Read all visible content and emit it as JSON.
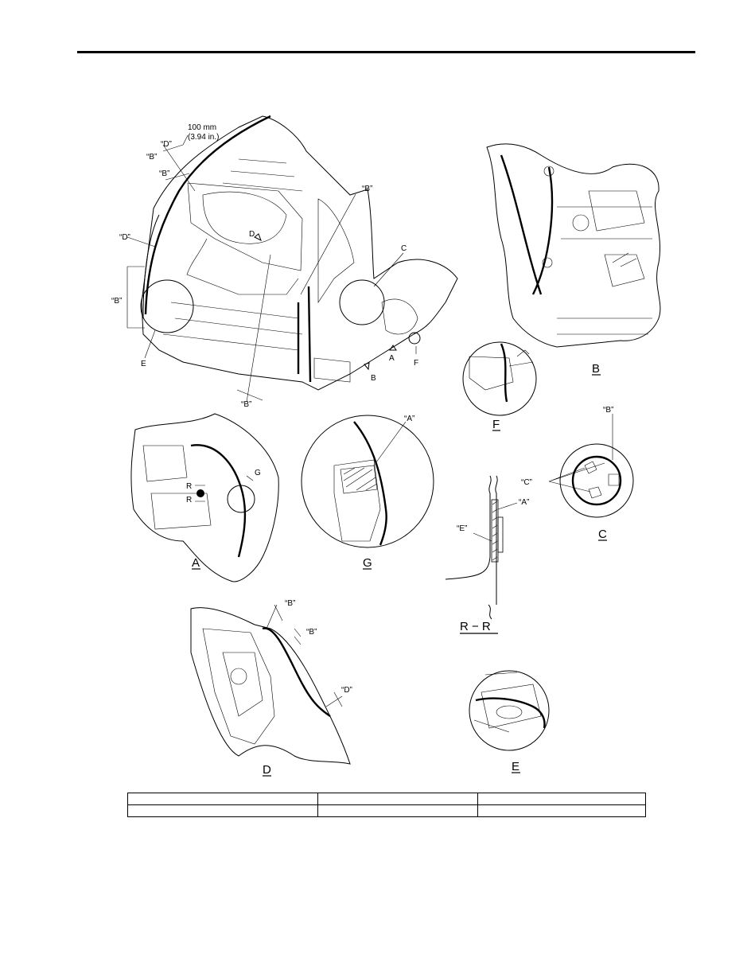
{
  "figure": {
    "main_view": {
      "dimension": {
        "metric": "100 mm",
        "imperial": "(3.94 in.)"
      },
      "labels": [
        "“D”",
        "“B”",
        "“B”",
        "“D”",
        "“B”",
        "“B”",
        "“B”"
      ],
      "view_refs": [
        "D",
        "C",
        "E",
        "A",
        "F",
        "B"
      ]
    },
    "detail_B": {
      "caption": "B"
    },
    "detail_F": {
      "caption": "F"
    },
    "detail_C": {
      "caption": "C",
      "labels": [
        "“B”",
        "“C”"
      ]
    },
    "detail_A": {
      "caption": "A",
      "labels": [
        "R",
        "R",
        "G"
      ]
    },
    "detail_G": {
      "caption": "G",
      "labels": [
        "“A”"
      ]
    },
    "section_RR": {
      "caption": "R − R",
      "labels": [
        "“A”",
        "“E”"
      ]
    },
    "detail_D": {
      "caption": "D",
      "labels": [
        "“B”",
        "“B”",
        "“D”"
      ]
    },
    "detail_E": {
      "caption": "E"
    }
  },
  "table": {
    "rows": [
      [
        "",
        "",
        ""
      ],
      [
        "",
        "",
        ""
      ]
    ]
  }
}
